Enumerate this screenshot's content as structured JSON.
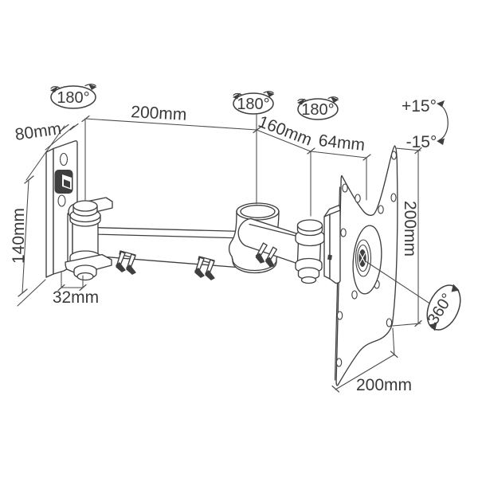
{
  "diagram": {
    "labels": {
      "swivel_wall": "180°",
      "swivel_mid": "180°",
      "swivel_end": "180°",
      "dim_wall_depth": "80mm",
      "dim_arm1_length": "200mm",
      "dim_arm2_length": "160mm",
      "dim_head_offset": "64mm",
      "dim_wall_plate_height": "140mm",
      "dim_joint_width": "32mm",
      "dim_vesa_height": "200mm",
      "dim_vesa_width": "200mm",
      "tilt_up": "+15°",
      "tilt_down": "-15°",
      "rotation": "360°"
    },
    "colors": {
      "line": "#3f3f3f",
      "dimension_line": "#4a4a4a",
      "text": "#3a3a3a",
      "background": "#ffffff"
    }
  }
}
